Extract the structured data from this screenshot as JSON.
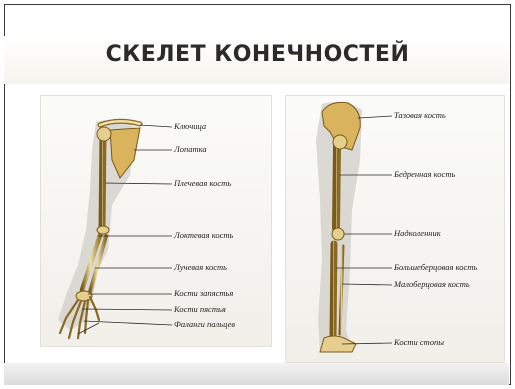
{
  "title": "СКЕЛЕТ КОНЕЧНОСТЕЙ",
  "arm": {
    "labels": [
      "Ключица",
      "Лопатка",
      "Плечевая кость",
      "Локтевая кость",
      "Лучевая кость",
      "Кости запястья",
      "Кости пястья",
      "Фаланги пальцев"
    ]
  },
  "leg": {
    "labels": [
      "Тазовая кость",
      "Бедренная кость",
      "Надколенник",
      "Большеберцовая кость",
      "Малоберцовая кость",
      "Кости стопы"
    ]
  },
  "colors": {
    "bone_light": "#e8d49a",
    "bone_dark": "#8a6a22",
    "shadow": "#cfcdc6"
  }
}
